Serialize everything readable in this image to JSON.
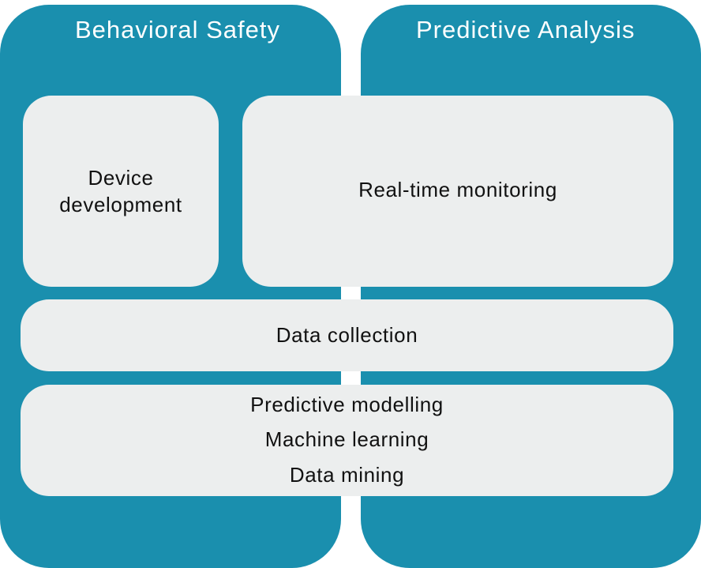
{
  "colors": {
    "column_fill": "#1a8fae",
    "box_fill": "#eceeee",
    "title_text": "#ffffff",
    "box_text": "#111111"
  },
  "columns": [
    {
      "title": "Behavioral Safety"
    },
    {
      "title": "Predictive Analysis"
    }
  ],
  "boxes": {
    "device_development": "Device development",
    "realtime_monitoring": "Real-time monitoring",
    "data_collection": "Data collection",
    "methods": [
      "Predictive modelling",
      "Machine learning",
      "Data mining"
    ]
  }
}
